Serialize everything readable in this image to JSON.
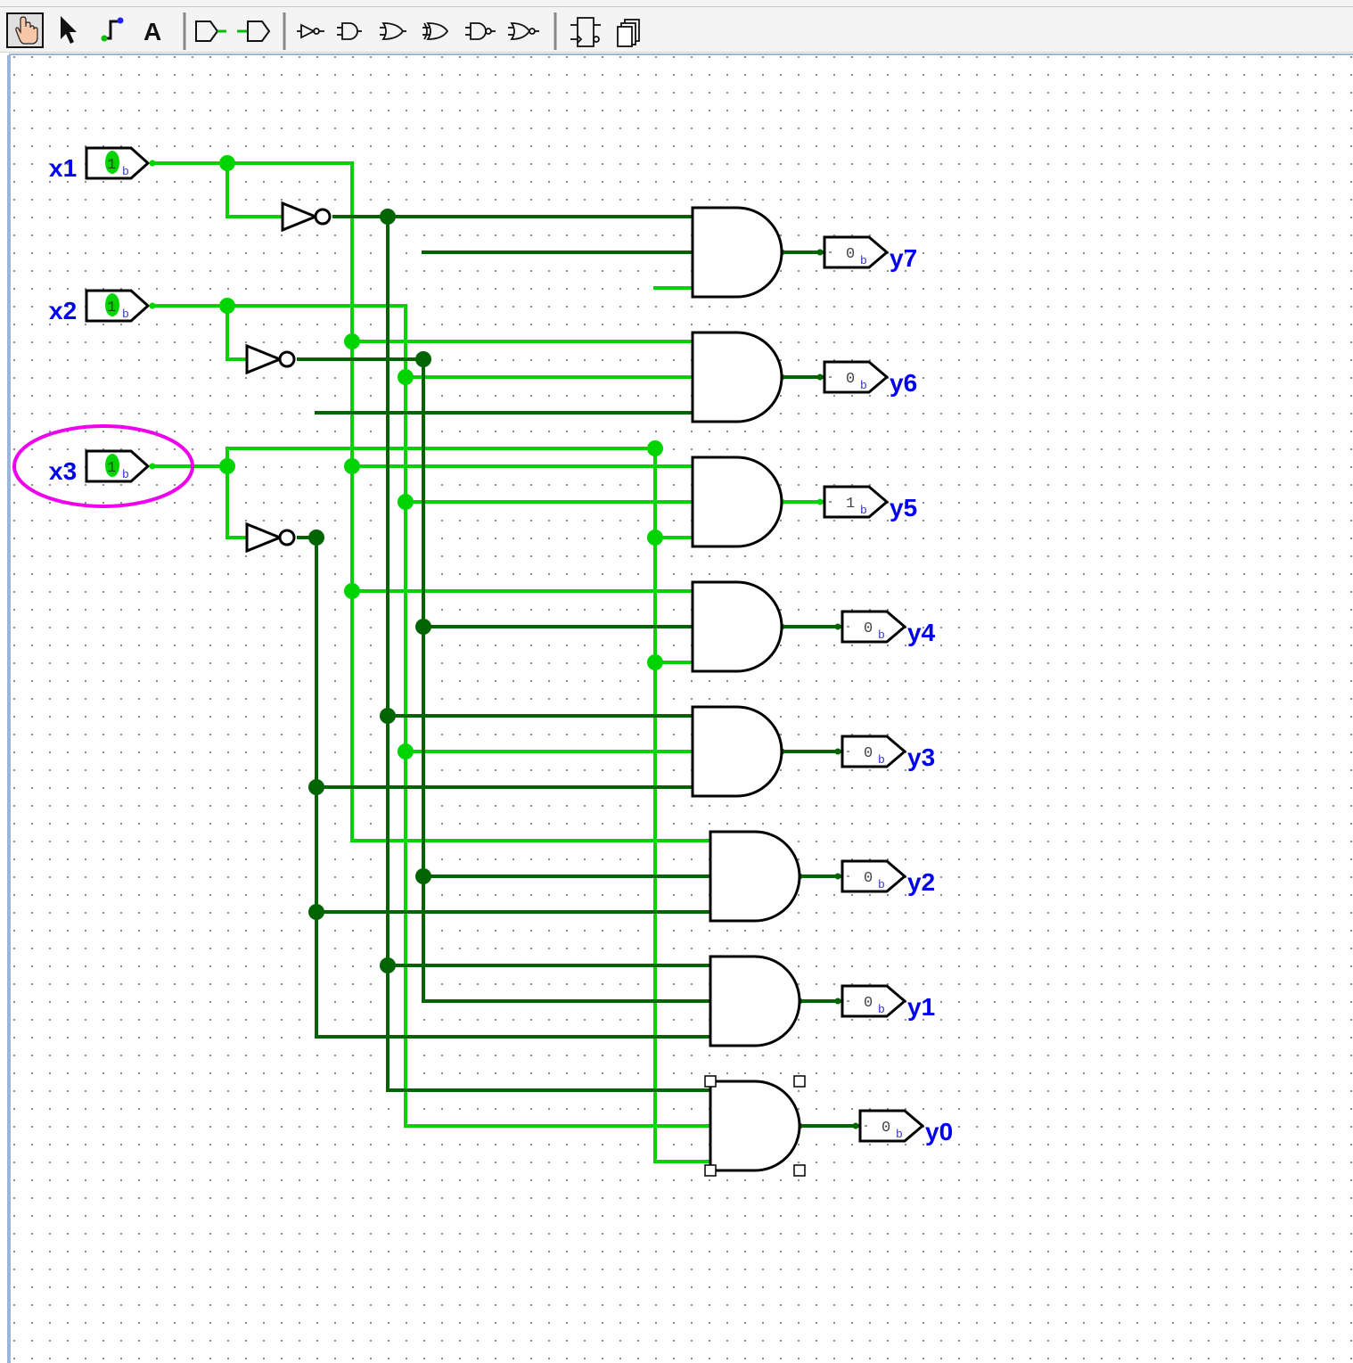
{
  "toolbar": {
    "tools": [
      {
        "name": "poke-tool",
        "selected": true
      },
      {
        "name": "edit-tool"
      },
      {
        "name": "wiring-tool"
      },
      {
        "name": "text-tool",
        "glyph": "A"
      },
      {
        "name": "input-pin-tool"
      },
      {
        "name": "output-pin-tool"
      },
      {
        "name": "not-gate-tool"
      },
      {
        "name": "and-gate-tool"
      },
      {
        "name": "or-gate-tool"
      },
      {
        "name": "xor-gate-tool"
      },
      {
        "name": "nand-gate-tool"
      },
      {
        "name": "nor-gate-tool"
      },
      {
        "name": "d-flipflop-tool"
      },
      {
        "name": "register-tool"
      }
    ]
  },
  "circuit": {
    "colors": {
      "wire_high": "#00d400",
      "wire_low": "#006400",
      "label": "#0000ee",
      "highlight": "#ee00ee",
      "dot_grid": "#8a8a8a"
    },
    "inputs": [
      {
        "label": "x1",
        "value": "1",
        "unit": "b"
      },
      {
        "label": "x2",
        "value": "1",
        "unit": "b"
      },
      {
        "label": "x3",
        "value": "1",
        "unit": "b"
      }
    ],
    "outputs": [
      {
        "label": "y7",
        "value": "0",
        "unit": "b"
      },
      {
        "label": "y6",
        "value": "0",
        "unit": "b"
      },
      {
        "label": "y5",
        "value": "1",
        "unit": "b"
      },
      {
        "label": "y4",
        "value": "0",
        "unit": "b"
      },
      {
        "label": "y3",
        "value": "0",
        "unit": "b"
      },
      {
        "label": "y2",
        "value": "0",
        "unit": "b"
      },
      {
        "label": "y1",
        "value": "0",
        "unit": "b"
      },
      {
        "label": "y0",
        "value": "0",
        "unit": "b"
      }
    ],
    "highlighted_input": "x3",
    "selected_gate": "y0"
  }
}
